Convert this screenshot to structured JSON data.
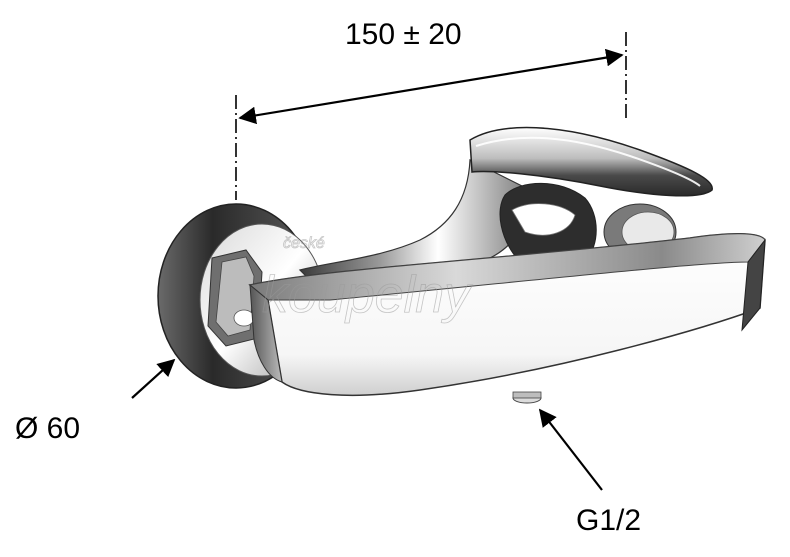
{
  "dimensions": {
    "length_label": "150 ± 20",
    "diameter_label": "Ø 60",
    "connection_label": "G1/2"
  },
  "watermark": {
    "line1": "české",
    "line2": "koupelny"
  },
  "colors": {
    "line": "#000000",
    "chrome_dark": "#3a3a3a",
    "chrome_light": "#f4f4f4"
  }
}
